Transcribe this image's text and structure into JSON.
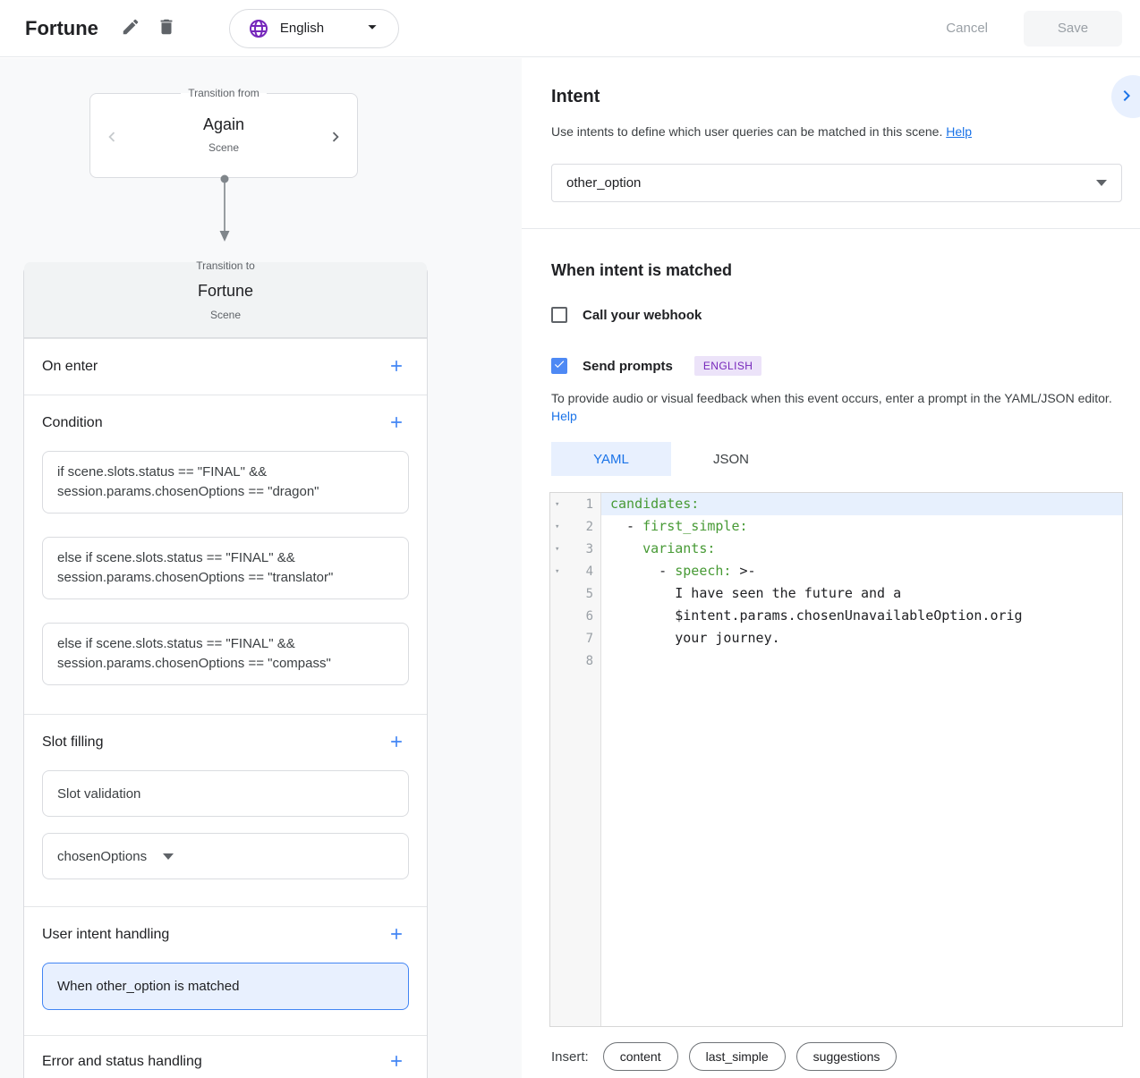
{
  "palette": {
    "accent_blue": "#4285f4",
    "link_blue": "#1a73e8",
    "canvas_gray": "#f8f9fa",
    "header_gray": "#f1f3f4",
    "connector_gray": "#80868b",
    "selected_fill": "#e8f0fe",
    "locale_purple": "#7627bb",
    "code_key_green": "#479a35"
  },
  "topbar": {
    "title": "Fortune",
    "language_label": "English",
    "cancel_label": "Cancel",
    "save_label": "Save"
  },
  "canvas": {
    "transition_from": {
      "legend": "Transition from",
      "name": "Again",
      "subtitle": "Scene"
    },
    "transition_to": {
      "legend": "Transition to",
      "name": "Fortune",
      "subtitle": "Scene"
    },
    "sections": {
      "on_enter": "On enter",
      "condition": "Condition",
      "slot_filling": "Slot filling",
      "user_intent": "User intent handling",
      "error": "Error and status handling"
    },
    "conditions": [
      "if scene.slots.status == \"FINAL\" && session.params.chosenOptions == \"dragon\"",
      "else if scene.slots.status == \"FINAL\" && session.params.chosenOptions == \"translator\"",
      "else if scene.slots.status == \"FINAL\" && session.params.chosenOptions == \"compass\""
    ],
    "slot_validation_label": "Slot validation",
    "slot_parameter": "chosenOptions",
    "intent_handlers": [
      "When other_option is matched"
    ]
  },
  "intent_panel": {
    "title": "Intent",
    "description": "Use intents to define which user queries can be matched in this scene.",
    "description_help": "Help",
    "selected_intent": "other_option",
    "matched_title": "When intent is matched",
    "webhook_label": "Call your webhook",
    "prompts_label": "Send prompts",
    "locale_chip": "ENGLISH",
    "helper_text": "To provide audio or visual feedback when this event occurs, enter a prompt in the YAML/JSON editor.",
    "helper_help": "Help",
    "tabs": {
      "yaml": "YAML",
      "json": "JSON"
    },
    "insert_label": "Insert:",
    "insert_chips": [
      "content",
      "last_simple",
      "suggestions"
    ]
  },
  "editor": {
    "fold_glyph": "▾",
    "lines": [
      {
        "num": "1",
        "key": "candidates:"
      },
      {
        "num": "2",
        "pre": "  - ",
        "key": "first_simple:"
      },
      {
        "num": "3",
        "pre": "    ",
        "key": "variants:"
      },
      {
        "num": "4",
        "pre": "      - ",
        "key": "speech:",
        "post": " >-"
      },
      {
        "num": "5",
        "text": "        I have seen the future and a"
      },
      {
        "num": "6",
        "text": "        $intent.params.chosenUnavailableOption.orig"
      },
      {
        "num": "7",
        "text": "        your journey."
      },
      {
        "num": "8"
      }
    ]
  }
}
